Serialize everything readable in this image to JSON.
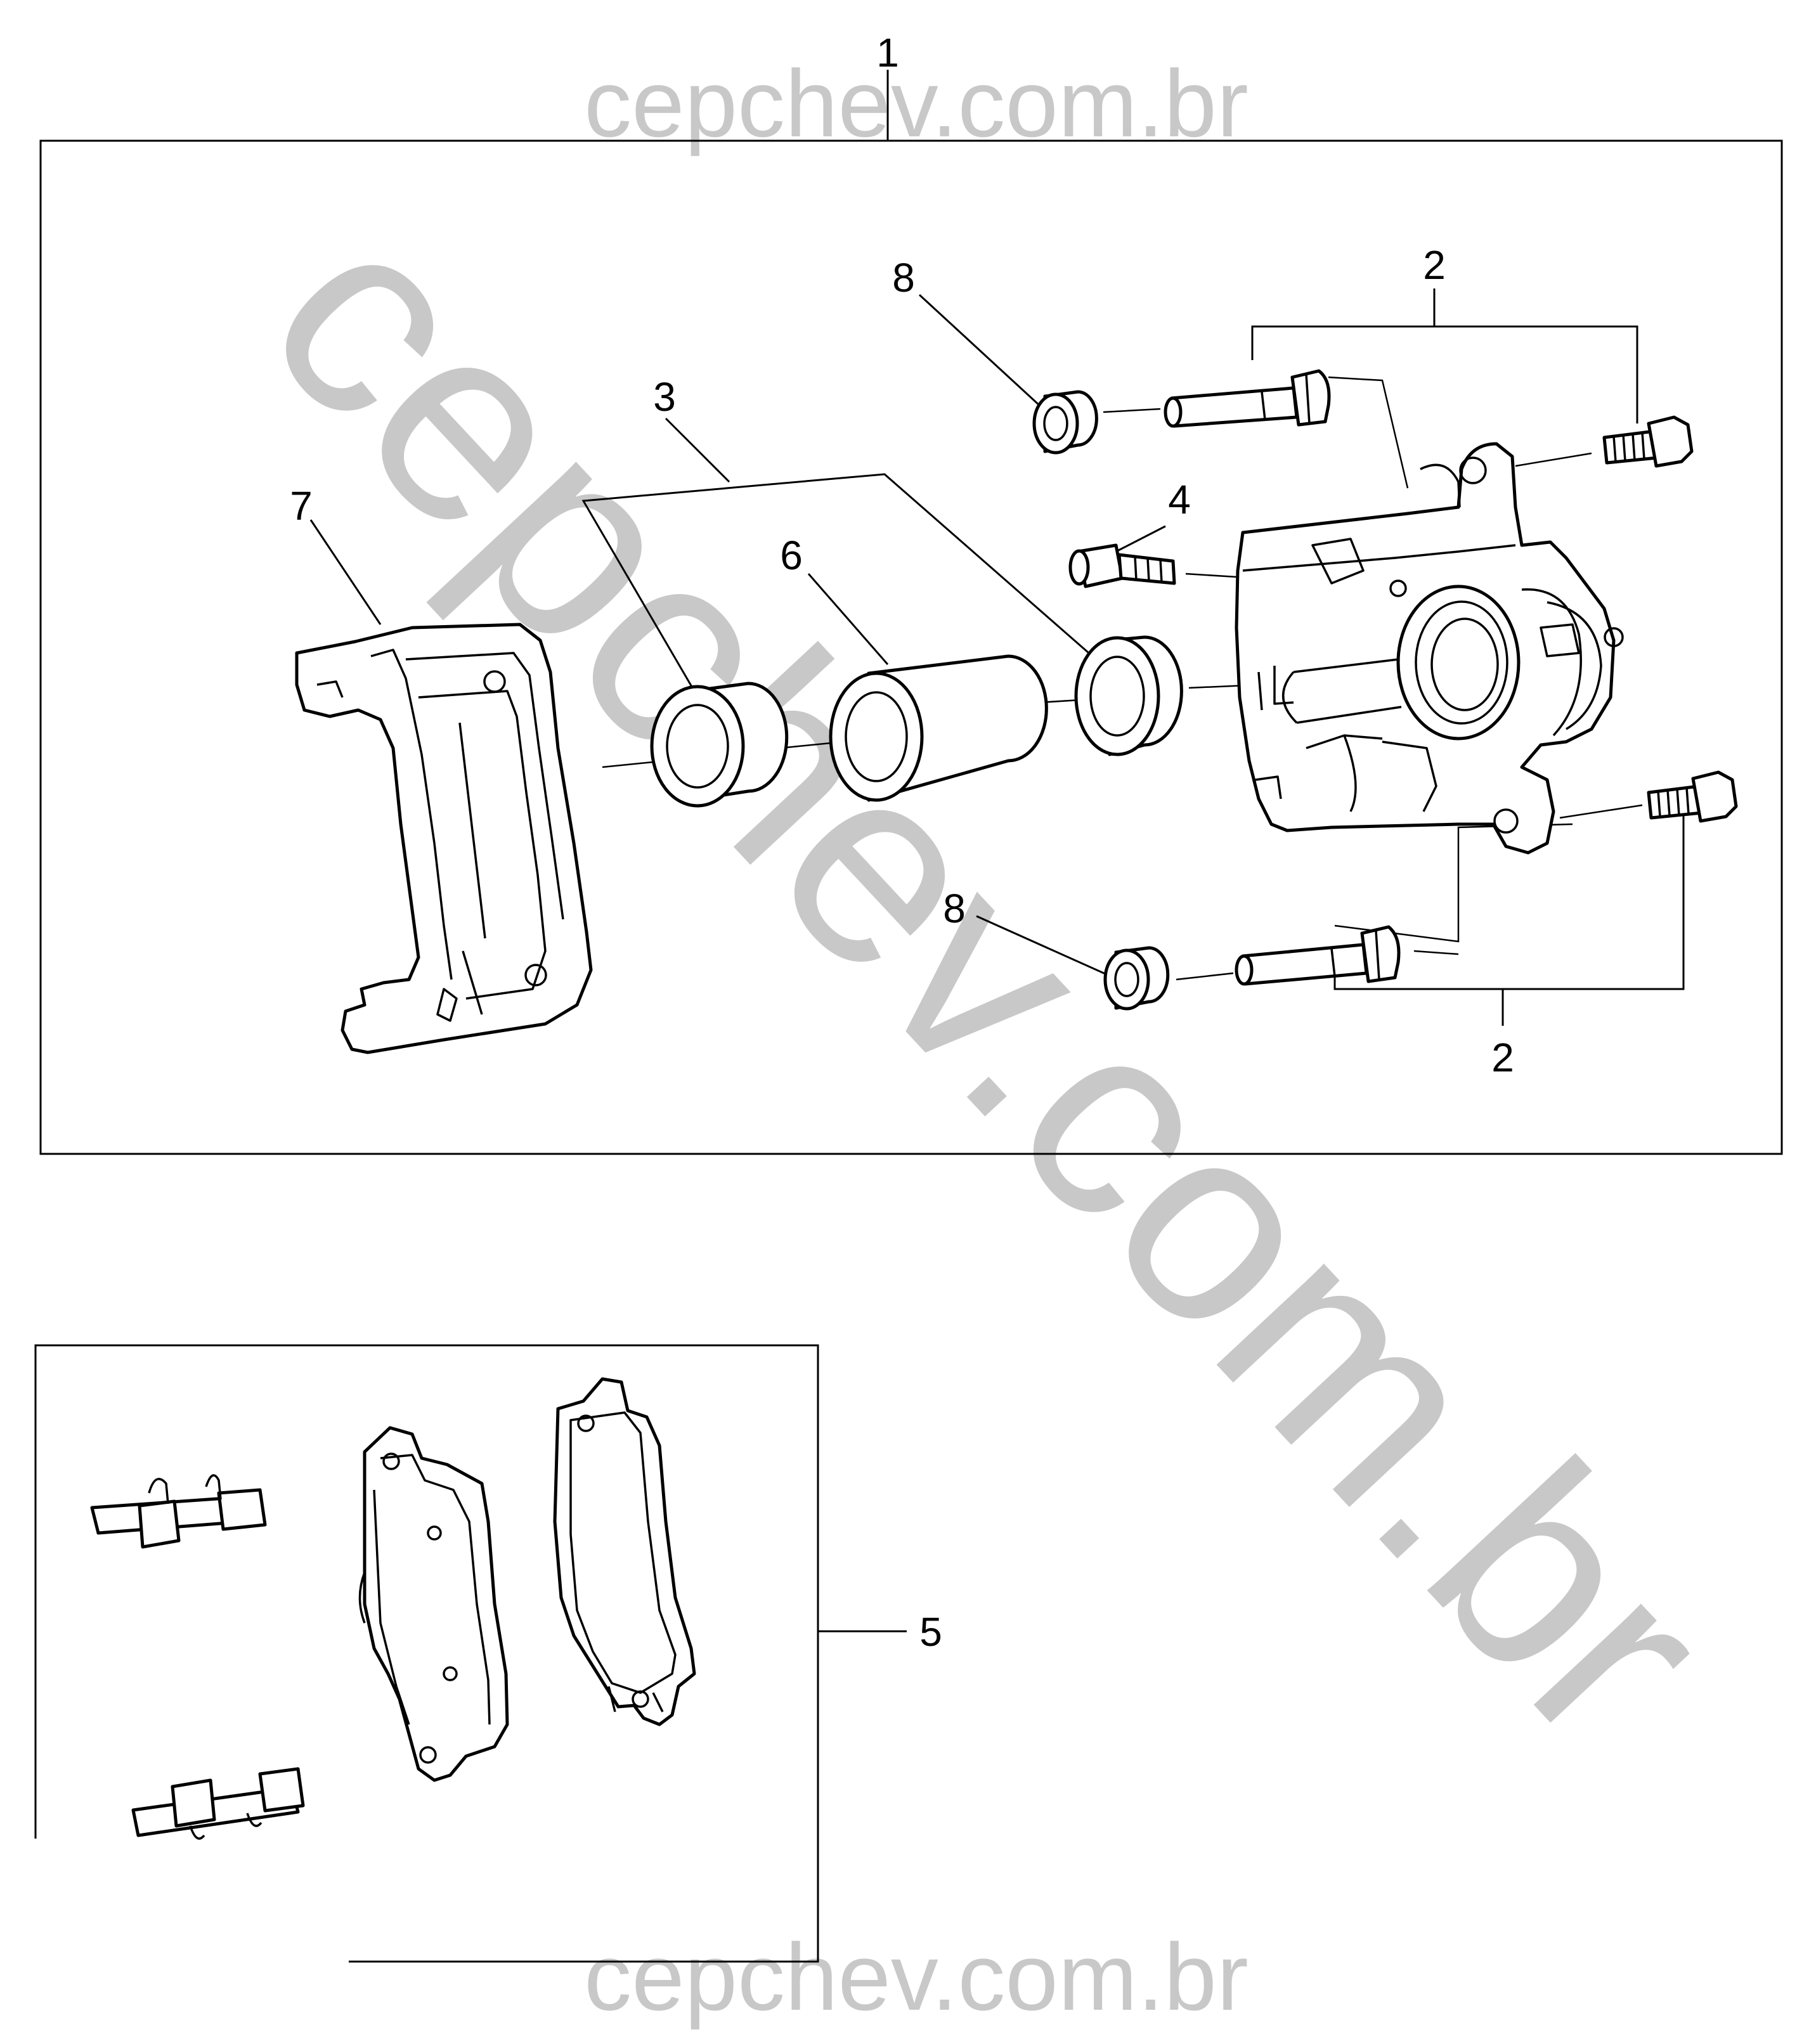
{
  "watermarks": {
    "top": "cepchev.com.br",
    "diagonal": "cepchev.com.br",
    "bottom": "cepchev.com.br"
  },
  "callouts": {
    "assembly": "1",
    "bolt_set_top": "2",
    "bolt_set_bottom": "2",
    "piston_seal_kit": "3",
    "bleeder_valve": "4",
    "brake_pad_set": "5",
    "piston": "6",
    "caliper_bracket": "7",
    "bushing_top": "8",
    "bushing_bottom": "8"
  }
}
